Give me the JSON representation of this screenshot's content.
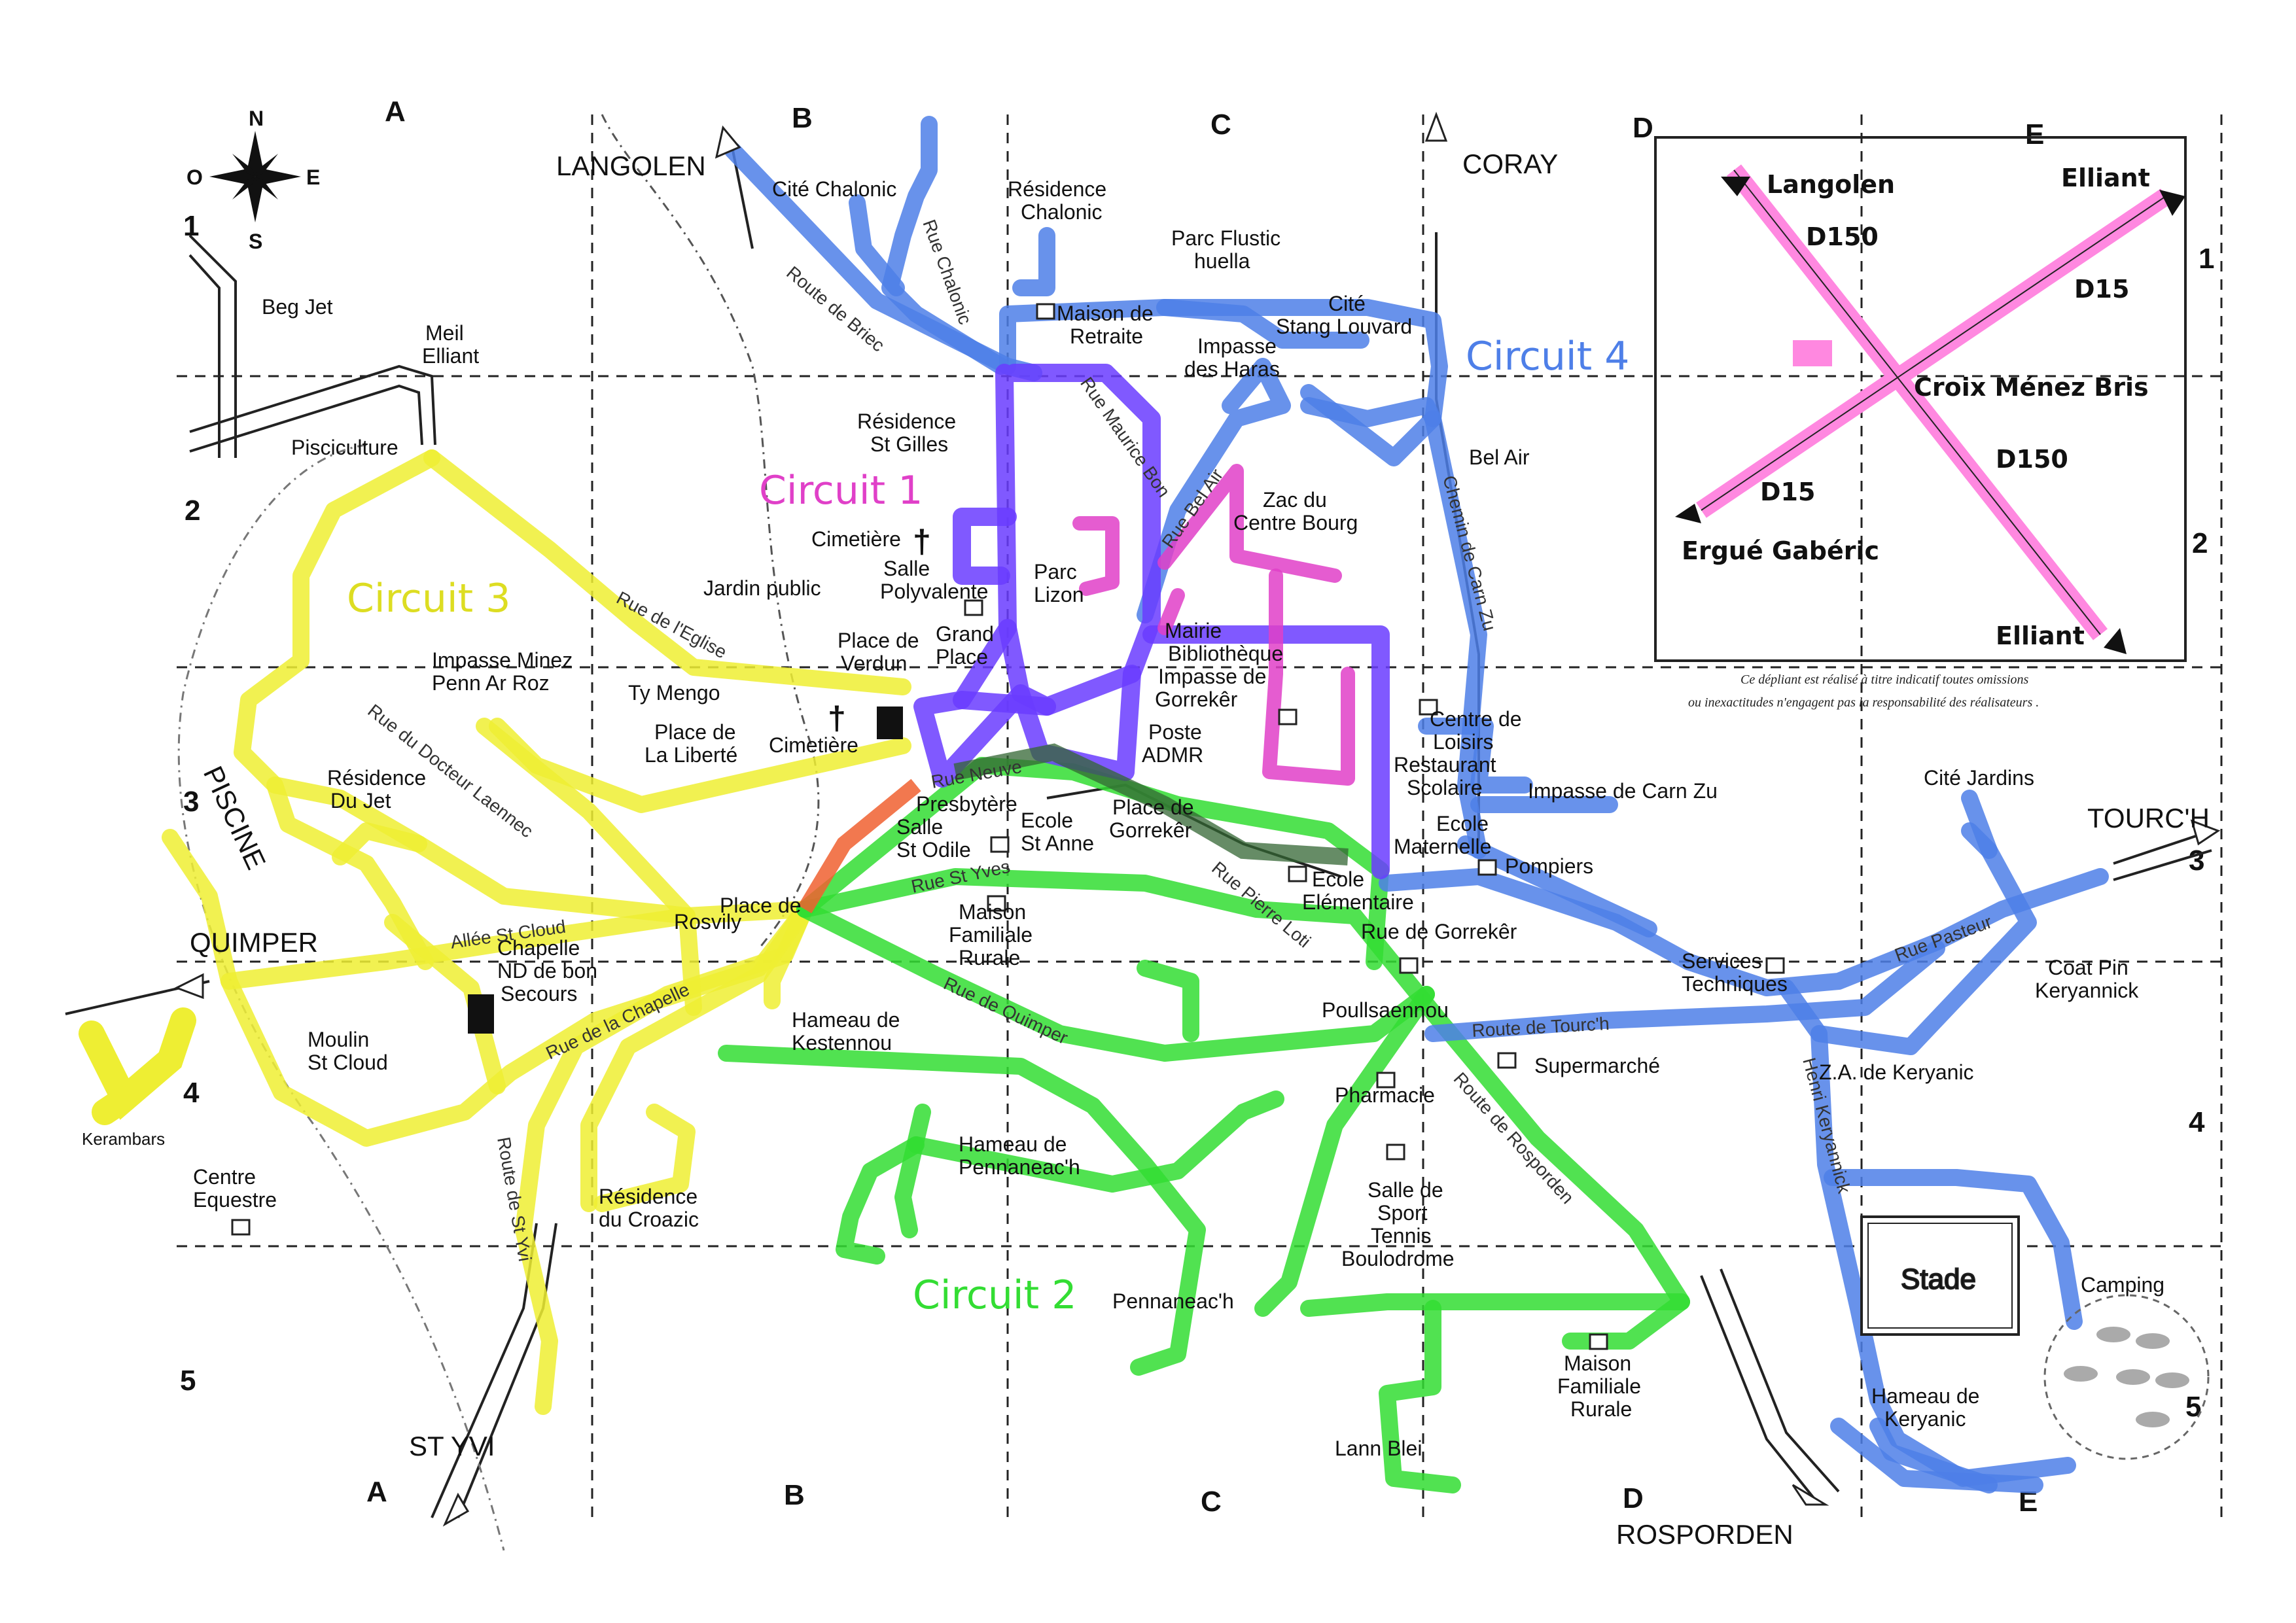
{
  "grid": {
    "columns": [
      "A",
      "B",
      "C",
      "D",
      "E"
    ],
    "rows": [
      "1",
      "2",
      "3",
      "4",
      "5"
    ]
  },
  "compass": {
    "n": "N",
    "s": "S",
    "e": "E",
    "w": "O"
  },
  "circuits": {
    "c1": {
      "label": "Circuit 1",
      "color": "#e040c8",
      "route_color": "#6a3cff"
    },
    "c2": {
      "label": "Circuit 2",
      "color": "#33dd33"
    },
    "c3": {
      "label": "Circuit 3",
      "color": "#eeee33"
    },
    "c4": {
      "label": "Circuit 4",
      "color": "#4e7fe8"
    }
  },
  "destinations": {
    "langolen": "LANGOLEN",
    "coray": "CORAY",
    "tourch": "TOURC'H",
    "quimper": "QUIMPER",
    "st_yvi": "ST YVI",
    "rosporden": "ROSPORDEN",
    "piscine": "PISCINE",
    "kerambars": "Kerambars"
  },
  "places": {
    "beg_jet": "Beg Jet",
    "meil_elliant_1": "Meil",
    "meil_elliant_2": "Elliant",
    "pisciculture": "Pisciculture",
    "cite_chalonic": "Cité Chalonic",
    "residence_chalonic_1": "Résidence",
    "residence_chalonic_2": "Chalonic",
    "parc_flustic_1": "Parc Flustic",
    "parc_flustic_2": "huella",
    "maison_retraite_1": "Maison de",
    "maison_retraite_2": "Retraite",
    "cite_stang_1": "Cité",
    "cite_stang_2": "Stang Louvard",
    "impasse_haras_1": "Impasse",
    "impasse_haras_2": "des Haras",
    "residence_st_gilles_1": "Résidence",
    "residence_st_gilles_2": "St Gilles",
    "bel_air": "Bel Air",
    "zac_1": "Zac du",
    "zac_2": "Centre Bourg",
    "cimetiere_1": "Cimetière",
    "salle_poly_1": "Salle",
    "salle_poly_2": "Polyvalente",
    "parc_lizon_1": "Parc",
    "parc_lizon_2": "Lizon",
    "jardin_public": "Jardin public",
    "place_verdun_1": "Place de",
    "place_verdun_2": "Verdun",
    "grand_place_1": "Grand",
    "grand_place_2": "Place",
    "mairie": "Mairie",
    "bibliotheque": "Bibliothèque",
    "impasse_gorreker_1": "Impasse de",
    "impasse_gorreker_2": "Gorrekêr",
    "poste_1": "Poste",
    "poste_2": "ADMR",
    "impasse_minez_1": "Impasse Minez",
    "impasse_minez_2": "Penn Ar Roz",
    "ty_mengo": "Ty Mengo",
    "place_liberte_1": "Place de",
    "place_liberte_2": "La Liberté",
    "cimetiere_2": "Cimetière",
    "residence_jet_1": "Résidence",
    "residence_jet_2": "Du Jet",
    "centre_loisirs_1": "Centre de",
    "centre_loisirs_2": "Loisirs",
    "restaurant_1": "Restaurant",
    "restaurant_2": "Scolaire",
    "impasse_carn_zu": "Impasse de Carn Zu",
    "ecole_mat_1": "Ecole",
    "ecole_mat_2": "Maternelle",
    "pompiers": "Pompiers",
    "presbytere": "Presbytère",
    "salle_odile_1": "Salle",
    "salle_odile_2": "St Odile",
    "ecole_anne_1": "Ecole",
    "ecole_anne_2": "St Anne",
    "place_gorreker_1": "Place de",
    "place_gorreker_2": "Gorrekêr",
    "ecole_elem_1": "Ecole",
    "ecole_elem_2": "Elémentaire",
    "rue_gorreker": "Rue de Gorrekêr",
    "cite_jardins": "Cité Jardins",
    "place_rosvily_1": "Place de",
    "place_rosvily_2": "Rosvily",
    "maison_fam_1": "Maison",
    "maison_fam_2": "Familiale",
    "maison_fam_3": "Rurale",
    "chapelle_1": "Chapelle",
    "chapelle_2": "ND de bon",
    "chapelle_3": "Secours",
    "services_1": "Services",
    "services_2": "Techniques",
    "coat_pin_1": "Coat Pin",
    "coat_pin_2": "Keryannick",
    "hameau_kest_1": "Hameau de",
    "hameau_kest_2": "Kestennou",
    "poullsaennou": "Poullsaennou",
    "moulin_1": "Moulin",
    "moulin_2": "St Cloud",
    "supermarche": "Supermarché",
    "za_keryanic": "Z.A. de Keryanic",
    "pharmacie": "Pharmacie",
    "hameau_penn_1": "Hameau de",
    "hameau_penn_2": "Pennaneac'h",
    "centre_equestre_1": "Centre",
    "centre_equestre_2": "Equestre",
    "residence_croazic_1": "Résidence",
    "residence_croazic_2": "du Croazic",
    "salle_sport_1": "Salle de",
    "salle_sport_2": "Sport",
    "salle_sport_3": "Tennis",
    "salle_sport_4": "Boulodrome",
    "stade": "Stade",
    "camping": "Camping",
    "pennaneach": "Pennaneac'h",
    "maison_fam_b_1": "Maison",
    "maison_fam_b_2": "Familiale",
    "maison_fam_b_3": "Rurale",
    "hameau_kery_1": "Hameau de",
    "hameau_kery_2": "Keryanic",
    "lann_blei": "Lann Blei"
  },
  "streets": {
    "route_briec": "Route de Briec",
    "rue_chalonic": "Rue Chalonic",
    "rue_maurice_bon": "Rue Maurice Bon",
    "rue_bel_air": "Rue Bel Air",
    "chemin_carn_zu": "Chemin de Carn Zu",
    "rue_eglise": "Rue de l'Eglise",
    "rue_docteur": "Rue du Docteur Laennec",
    "allee_st_cloud": "Allée St Cloud",
    "rue_chapelle": "Rue de la Chapelle",
    "route_st_yvi": "Route de St Yvi",
    "rue_neuve": "Rue Neuve",
    "rue_st_yves": "Rue St Yves",
    "rue_quimper": "Rue de Quimper",
    "rue_pierre_loti": "Rue Pierre Loti",
    "rue_pasteur": "Rue Pasteur",
    "route_tourch": "Route de Tourc'h",
    "route_rosporden": "Route de Rosporden",
    "rue_henri": "Henri Keryannick"
  },
  "inset": {
    "langolen": "Langolen",
    "d150_top": "D150",
    "elliant_top": "Elliant",
    "d15_top": "D15",
    "croix": "Croix Ménez Bris",
    "d150_bottom": "D150",
    "d15_bottom": "D15",
    "ergue": "Ergué Gabéric",
    "elliant_bottom": "Elliant"
  },
  "disclaimer": {
    "line1": "Ce dépliant est réalisé à titre indicatif toutes omissions",
    "line2": "ou inexactitudes n'engagent pas la responsabilité des réalisateurs ."
  }
}
